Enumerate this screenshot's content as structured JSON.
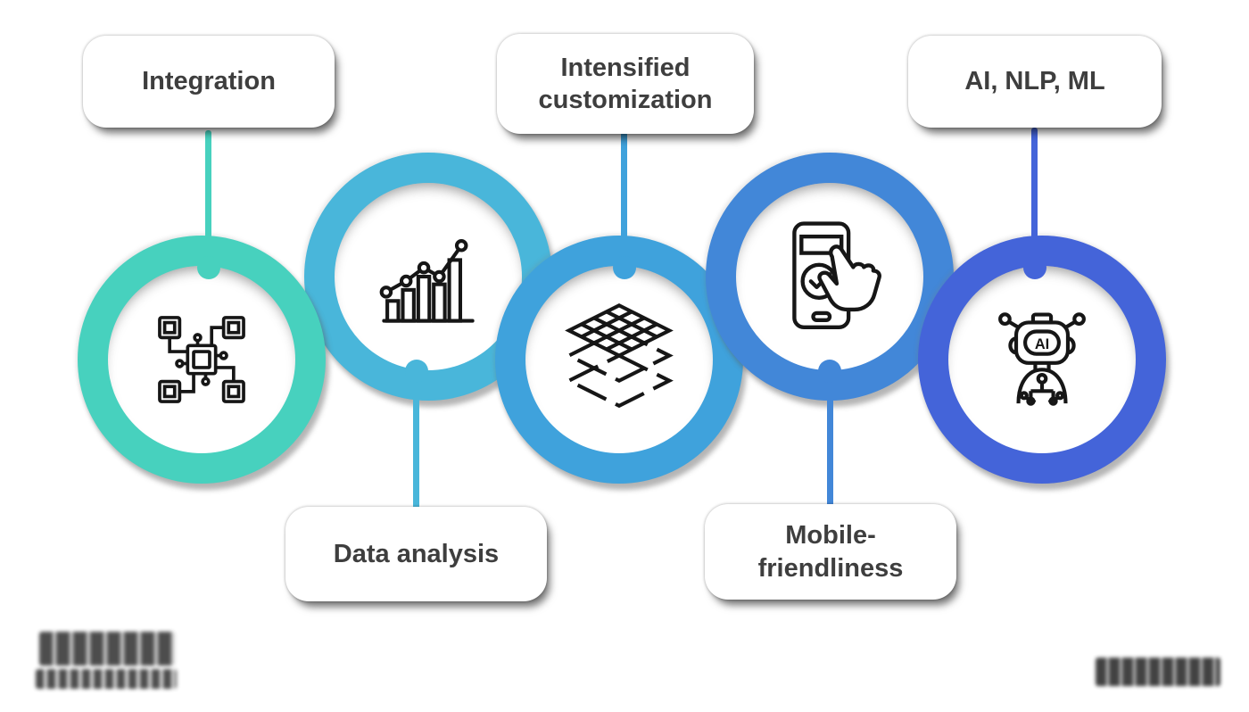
{
  "diagram": {
    "type": "circle-chain-infographic",
    "background_color": "#ffffff",
    "text_color": "#3e3e3e"
  },
  "items": [
    {
      "label": "Integration",
      "label_position": "top",
      "icon": "chip-network-icon",
      "color": "#47D1BE"
    },
    {
      "label": "Data analysis",
      "label_position": "bottom",
      "icon": "bar-chart-trend-icon",
      "color": "#49B6DA"
    },
    {
      "label": "Intensified customization",
      "label_position": "top",
      "icon": "layers-icon",
      "color": "#3FA2DC"
    },
    {
      "label": "Mobile-friendliness",
      "label_position": "bottom",
      "icon": "mobile-check-icon",
      "color": "#4287D8"
    },
    {
      "label": "AI, NLP, ML",
      "label_position": "top",
      "icon": "ai-robot-icon",
      "color": "#4464D9"
    }
  ],
  "icon_text": {
    "ai_badge": "AI"
  }
}
